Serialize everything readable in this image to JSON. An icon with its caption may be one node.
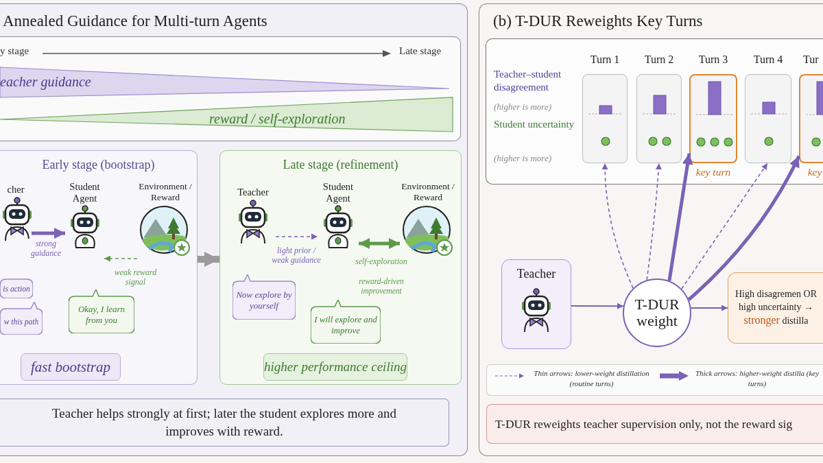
{
  "diagram": {
    "nodes": [
      {
        "text": [
          "Annealed Guidance for Multi-turn Agents"
        ]
      },
      {
        "text": [],
        "shape": "box",
        "in": 0
      },
      {
        "text": [
          "Early stage (bootstrap)"
        ],
        "in": 0
      },
      {
        "text": [
          "cher"
        ],
        "in": 2
      },
      {
        "text": [
          "Student Agent"
        ],
        "in": 2
      },
      {
        "text": [
          "Environment / Reward"
        ],
        "in": 2
      },
      {
        "text": [
          "is action"
        ],
        "in": 2
      },
      {
        "text": [
          "w this path"
        ],
        "in": 2
      },
      {
        "text": [
          "Okay, I learn from you"
        ],
        "in": 2
      },
      {
        "text": [
          "fast bootstrap"
        ],
        "in": 2
      },
      {
        "text": [
          "Late stage (refinement)"
        ],
        "in": 0
      },
      {
        "text": [
          "Teacher"
        ],
        "in": 10
      },
      {
        "text": [
          "Student Agent"
        ],
        "in": 10
      },
      {
        "text": [
          "Environment / Reward"
        ],
        "in": 10
      },
      {
        "text": [
          "Now explore by yourself"
        ],
        "in": 10
      },
      {
        "text": [
          "I will explore and improve"
        ],
        "in": 10
      },
      {
        "text": [
          "higher performance ceiling"
        ],
        "in": 10
      },
      {
        "text": [
          "Teacher helps strongly at first; later the student explores more and improves with reward."
        ],
        "in": 0
      },
      {
        "text": [
          "(b) T-DUR Reweights Key Turns"
        ]
      },
      {
        "text": [],
        "shape": "box",
        "in": 18
      },
      {
        "text": [
          "Turn 1"
        ],
        "in": 19
      },
      {
        "text": [
          "Turn 2"
        ],
        "in": 19
      },
      {
        "text": [
          "Turn 3"
        ],
        "in": 19,
        "beside": [
          "key turn"
        ]
      },
      {
        "text": [
          "Turn 4"
        ],
        "in": 19
      },
      {
        "text": [
          "Tur"
        ],
        "in": 19,
        "beside": [
          "key"
        ]
      },
      {
        "text": [
          "Teacher"
        ],
        "in": 18
      },
      {
        "text": [
          "T-DUR weight"
        ],
        "in": 18
      },
      {
        "text": [
          "High disagremen OR high uncertainty → **stronger** distilla"
        ],
        "in": 18
      },
      {
        "text": [
          "T-DUR reweights teacher supervision only, not the reward sig"
        ],
        "in": 18
      }
    ],
    "edges": [
      {
        "from": 3,
        "to": 4,
        "arrow": "to",
        "label": "strong guidance",
        "style": "thick"
      },
      {
        "from": 5,
        "to": 4,
        "arrow": "to",
        "label": "weak reward signal",
        "style": "dashed",
        "color": "#5e9a4c"
      },
      {
        "from": 2,
        "to": 10,
        "arrow": "to",
        "style": "thick",
        "color": "#9a9a9a"
      },
      {
        "from": 11,
        "to": 12,
        "arrow": "to",
        "label": "light prior / weak guidance",
        "style": "dashed"
      },
      {
        "from": 12,
        "to": 13,
        "arrow": "both",
        "label": "self-exploration",
        "style": "thick",
        "color": "#5e9a4c"
      },
      {
        "from": 25,
        "to": 26,
        "arrow": "to"
      },
      {
        "from": 26,
        "to": 20,
        "arrow": "to",
        "style": "dashed"
      },
      {
        "from": 26,
        "to": 21,
        "arrow": "to",
        "style": "dashed"
      },
      {
        "from": 26,
        "to": 22,
        "arrow": "to",
        "style": "thick"
      },
      {
        "from": 26,
        "to": 23,
        "arrow": "to",
        "style": "dashed"
      },
      {
        "from": 26,
        "to": 24,
        "arrow": "to",
        "style": "thick"
      },
      {
        "from": 26,
        "to": 27,
        "arrow": "to"
      }
    ],
    "labels": [
      "y stage",
      "Late stage",
      "eacher guidance",
      "reward / self-exploration",
      "reward-driven improvement",
      "Teacher–student disagreement",
      "(higher is more)",
      "Student uncertainty",
      "(higher is more)"
    ],
    "legend": [
      {
        "text": "Thin arrows: lower-weight distillation (routine turns)"
      },
      {
        "text": "Thick arrows: higher-weight distilla (key turns)"
      }
    ]
  }
}
